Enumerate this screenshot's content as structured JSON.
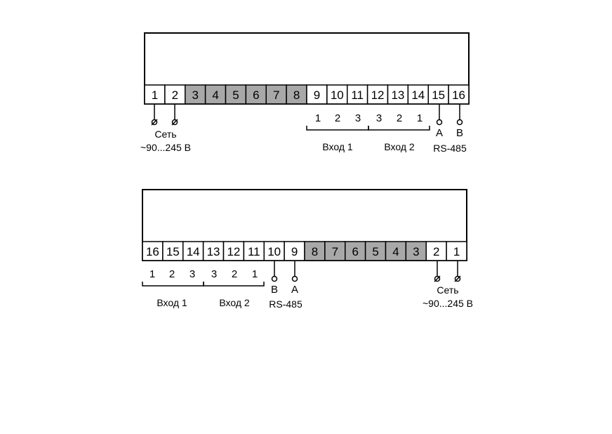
{
  "colors": {
    "gray_cell": "#a8a8a8",
    "white_cell": "#ffffff",
    "stroke": "#000000"
  },
  "diagram_top": {
    "terminals": [
      "1",
      "2",
      "3",
      "4",
      "5",
      "6",
      "7",
      "8",
      "9",
      "10",
      "11",
      "12",
      "13",
      "14",
      "15",
      "16"
    ],
    "gray": [
      false,
      false,
      true,
      true,
      true,
      true,
      true,
      true,
      false,
      false,
      false,
      false,
      false,
      false,
      false,
      false
    ],
    "power_label": "Сеть",
    "power_voltage": "~90...245 В",
    "input1_pins": [
      "1",
      "2",
      "3"
    ],
    "input2_pins": [
      "3",
      "2",
      "1"
    ],
    "input1_label": "Вход 1",
    "input2_label": "Вход 2",
    "rs485_a": "A",
    "rs485_b": "B",
    "rs485_label": "RS-485"
  },
  "diagram_bottom": {
    "terminals": [
      "16",
      "15",
      "14",
      "13",
      "12",
      "11",
      "10",
      "9",
      "8",
      "7",
      "6",
      "5",
      "4",
      "3",
      "2",
      "1"
    ],
    "gray": [
      false,
      false,
      false,
      false,
      false,
      false,
      false,
      false,
      true,
      true,
      true,
      true,
      true,
      true,
      false,
      false
    ],
    "power_label": "Сеть",
    "power_voltage": "~90...245 В",
    "input1_pins": [
      "1",
      "2",
      "3"
    ],
    "input2_pins": [
      "3",
      "2",
      "1"
    ],
    "input1_label": "Вход 1",
    "input2_label": "Вход 2",
    "rs485_b": "B",
    "rs485_a": "A",
    "rs485_label": "RS-485"
  }
}
